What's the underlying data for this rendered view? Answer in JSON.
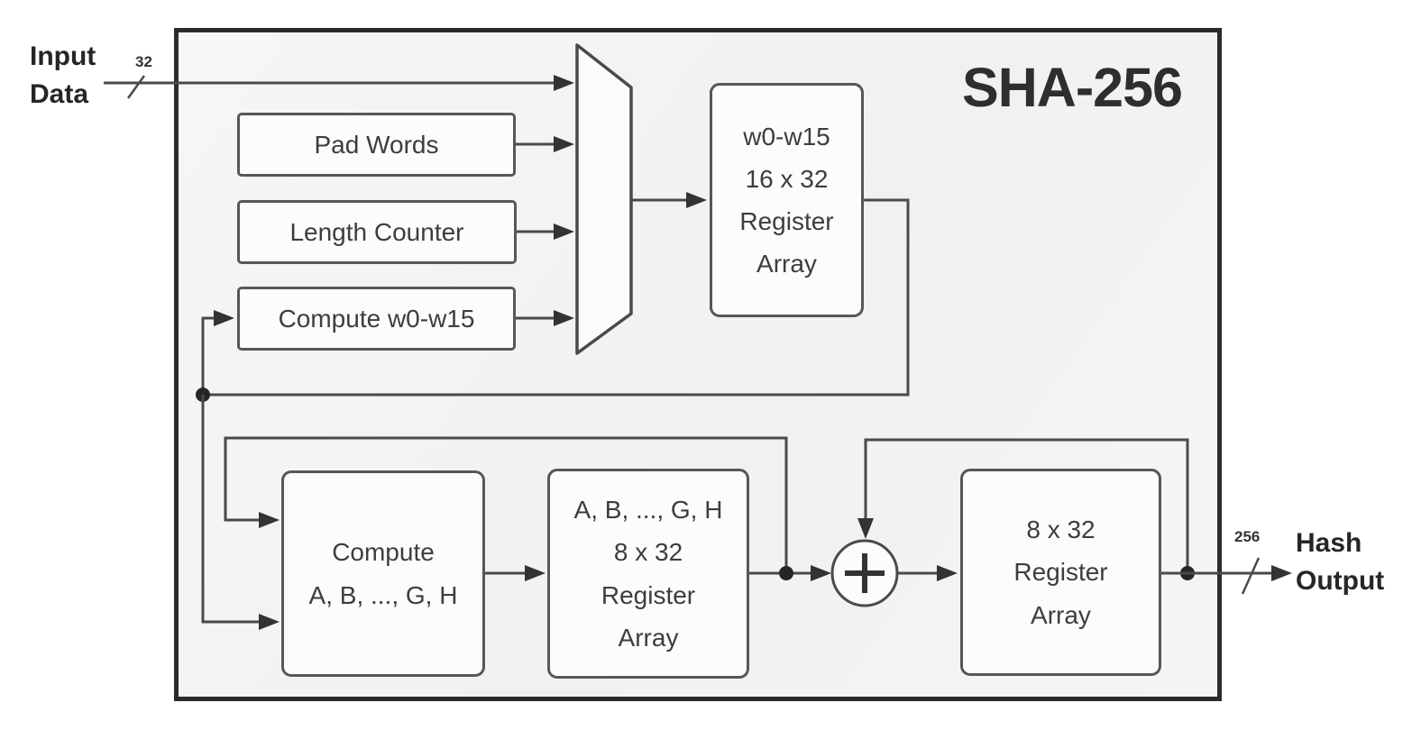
{
  "title": "SHA-256",
  "labels": {
    "input": "Input\nData",
    "input_bus_width": "32",
    "output_bus_width": "256",
    "output": "Hash\nOutput"
  },
  "boxes": {
    "pad_words": "Pad Words",
    "length_counter": "Length Counter",
    "compute_w": "Compute w0-w15",
    "w_register": "w0-w15\n16 x 32\nRegister\nArray",
    "compute_abgh": "Compute\nA, B, ..., G, H",
    "abgh_register": "A, B, ..., G, H\n8 x 32\nRegister\nArray",
    "out_register": "8 x 32\nRegister\nArray"
  },
  "icons": {
    "mux": "multiplexer-trapezoid",
    "adder": "plus-in-circle",
    "bus_tick": "slash-across-wire",
    "junction": "filled-dot"
  },
  "colors": {
    "wire": "#4a4a4a",
    "box-border": "#575757",
    "outer-border": "#2b2b2b",
    "text": "#3d3d3d",
    "canvas": "#f3f3f3",
    "box-fill": "#fcfcfc",
    "page": "#ffffff"
  }
}
